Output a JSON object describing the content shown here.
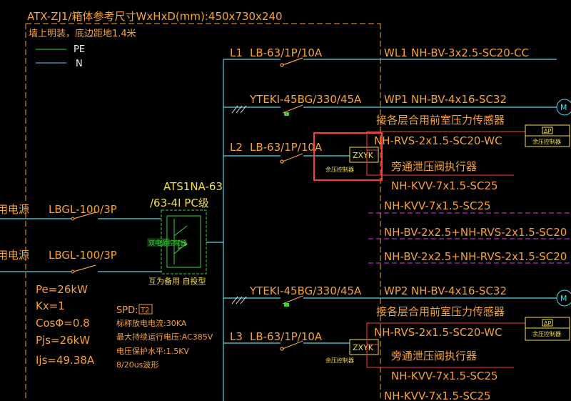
{
  "panel": {
    "title": "ATX-ZJ1/箱体参考尺寸WxHxD(mm):450x730x240",
    "mount_note": "墙上明装，底边距地1.4米",
    "legend_pe": "PE",
    "legend_n": "N"
  },
  "inputs": {
    "source1_label": "用电源",
    "source2_label": "用电源",
    "breaker1": "LBGL-100/3P",
    "breaker2": "LBGL-100/3P"
  },
  "ats": {
    "model_line1": "ATS1NA-63",
    "model_line2": "/63-4I PC级",
    "controller_label": "双电源控制器",
    "caption": "互为备用 自投型"
  },
  "params": {
    "pe": "Pe=26kW",
    "kx": "Kx=1",
    "cos": "CosΦ=0.8",
    "pjs": "Pjs=26kW",
    "ijs": "Ijs=49.38A"
  },
  "spd": {
    "label": "SPD:",
    "class": "T2",
    "line1": "标称放电电流:30KA",
    "line2": "最大持续运行电压:AC385V",
    "line3": "电压保护水平:1.5KV",
    "line4": "8/20us波形"
  },
  "circuits": [
    {
      "phase": "L1",
      "breaker": "LB-63/1P/10A",
      "circuit_id": "WL1",
      "cable": "NH-BV-3x2.5-SC20-CC"
    },
    {
      "phase": "",
      "breaker": "YTEKI-45BG/330/45A",
      "circuit_id": "WP1",
      "cable": "NH-BV-4x16-SC32"
    },
    {
      "phase": "L2",
      "breaker": "LB-63/1P/10A",
      "circuit_id": "",
      "cable": "NH-RVS-2x1.5-SC20-WC"
    },
    {
      "phase": "",
      "breaker": "YTEKI-45BG/330/45A",
      "circuit_id": "WP2",
      "cable": "NH-BV-4x16-SC32"
    },
    {
      "phase": "L3",
      "breaker": "LB-63/1P/10A",
      "circuit_id": "",
      "cable": "NH-RVS-2x1.5-SC20-WC"
    }
  ],
  "zxyk": {
    "label": "ZXYK",
    "caption": "余压控制器"
  },
  "notes": {
    "sensor_1": "接各层合用前室压力传感器",
    "actuator_1": "旁通泄压阀执行器",
    "kvv_1": "NH-KVV-7x1.5-SC25",
    "kvv_2": "NH-KVV-7x1.5-SC25",
    "sensor_2": "接各层合用前室压力传感器",
    "actuator_2": "旁通泄压阀执行器",
    "kvv_3": "NH-KVV-7x1.5-SC25",
    "kvv_4": "NH-KVV-7x1.5-SC25"
  },
  "magenta_cables": [
    "NH-BV-2x2.5+NH-RVS-2x1.5-SC20",
    "NH-BV-2x2.5+NH-RVS-2x1.5-SC20"
  ],
  "right_boxes": {
    "top_label": "ΔP",
    "bottom_label": "余压控制器"
  },
  "motor": {
    "symbol": "M"
  },
  "colors": {
    "background": "#000000",
    "cyan_line": "#56d6e8",
    "green_line": "#3bd23b",
    "orange_text": "#f5a23a",
    "highlight": "#ff3b3b",
    "magenta": "#e23ae0"
  }
}
